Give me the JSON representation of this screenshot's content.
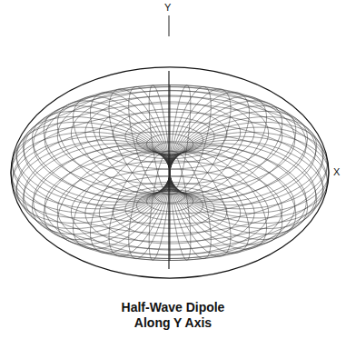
{
  "diagram": {
    "caption": "Half-Wave Dipole Along Y Axis",
    "labels": [
      "Y",
      "X"
    ]
  }
}
